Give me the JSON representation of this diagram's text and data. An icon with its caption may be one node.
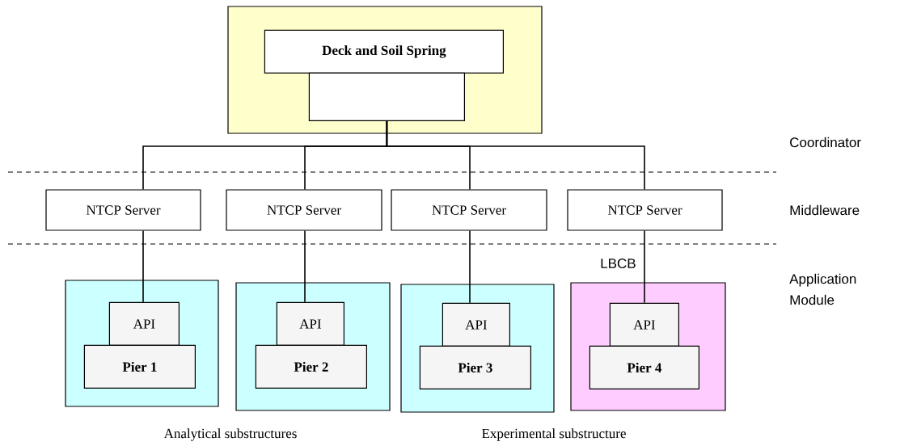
{
  "diagram": {
    "nodes": [
      {
        "text": [],
        "shape": "box"
      },
      {
        "text": [
          "Deck and Soil Spring"
        ],
        "in": 0
      },
      {
        "text": [],
        "shape": "box",
        "in": 0
      },
      {
        "text": [
          "NTCP Server"
        ]
      },
      {
        "text": [
          "NTCP Server"
        ]
      },
      {
        "text": [
          "NTCP Server"
        ]
      },
      {
        "text": [
          "NTCP Server"
        ]
      },
      {
        "text": [],
        "shape": "box"
      },
      {
        "text": [
          "API"
        ],
        "in": 7
      },
      {
        "text": [
          "Pier 1"
        ],
        "in": 7
      },
      {
        "text": [],
        "shape": "box"
      },
      {
        "text": [
          "API"
        ],
        "in": 10
      },
      {
        "text": [
          "Pier 2"
        ],
        "in": 10
      },
      {
        "text": [],
        "shape": "box"
      },
      {
        "text": [
          "API"
        ],
        "in": 13
      },
      {
        "text": [
          "Pier 3"
        ],
        "in": 13
      },
      {
        "text": [],
        "shape": "box",
        "beside": [
          "LBCB"
        ]
      },
      {
        "text": [
          "API"
        ],
        "in": 16
      },
      {
        "text": [
          "Pier 4"
        ],
        "in": 16
      }
    ],
    "edges": [
      {
        "from": 2,
        "to": 3,
        "arrow": "none"
      },
      {
        "from": 2,
        "to": 4,
        "arrow": "none"
      },
      {
        "from": 2,
        "to": 5,
        "arrow": "none"
      },
      {
        "from": 2,
        "to": 6,
        "arrow": "none"
      },
      {
        "from": 3,
        "to": 8,
        "arrow": "none"
      },
      {
        "from": 4,
        "to": 11,
        "arrow": "none"
      },
      {
        "from": 5,
        "to": 14,
        "arrow": "none"
      },
      {
        "from": 6,
        "to": 17,
        "arrow": "none"
      }
    ],
    "labels": [
      "Coordinator",
      "Middleware",
      "Application Module",
      "Analytical substructures",
      "Experimental substructure"
    ]
  }
}
